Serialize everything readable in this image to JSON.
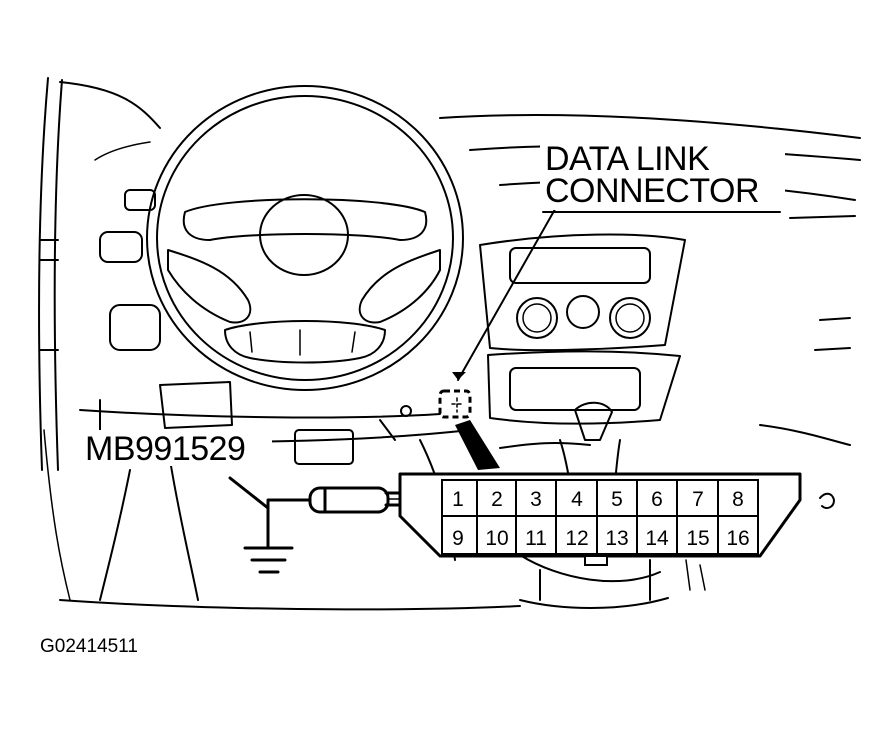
{
  "callouts": {
    "connector_line1": "DATA LINK",
    "connector_line2": "CONNECTOR",
    "tool": "MB991529"
  },
  "figure_code": "G02414511",
  "connector": {
    "top_pins": [
      "1",
      "2",
      "3",
      "4",
      "5",
      "6",
      "7",
      "8"
    ],
    "bottom_pins": [
      "9",
      "10",
      "11",
      "12",
      "13",
      "14",
      "15",
      "16"
    ]
  }
}
